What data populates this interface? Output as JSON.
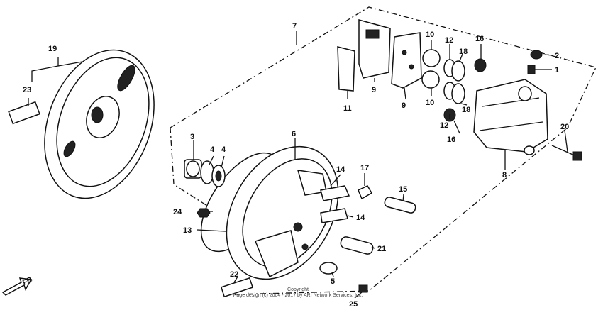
{
  "diagram": {
    "callouts": [
      {
        "id": "1",
        "label": "1"
      },
      {
        "id": "2",
        "label": "2"
      },
      {
        "id": "3",
        "label": "3"
      },
      {
        "id": "4a",
        "label": "4"
      },
      {
        "id": "4b",
        "label": "4"
      },
      {
        "id": "5",
        "label": "5"
      },
      {
        "id": "6",
        "label": "6"
      },
      {
        "id": "7",
        "label": "7"
      },
      {
        "id": "8",
        "label": "8"
      },
      {
        "id": "9a",
        "label": "9"
      },
      {
        "id": "9b",
        "label": "9"
      },
      {
        "id": "10a",
        "label": "10"
      },
      {
        "id": "10b",
        "label": "10"
      },
      {
        "id": "11",
        "label": "11"
      },
      {
        "id": "12a",
        "label": "12"
      },
      {
        "id": "12b",
        "label": "12"
      },
      {
        "id": "13",
        "label": "13"
      },
      {
        "id": "14a",
        "label": "14"
      },
      {
        "id": "14b",
        "label": "14"
      },
      {
        "id": "15",
        "label": "15"
      },
      {
        "id": "16a",
        "label": "16"
      },
      {
        "id": "16b",
        "label": "16"
      },
      {
        "id": "17",
        "label": "17"
      },
      {
        "id": "18a",
        "label": "18"
      },
      {
        "id": "18b",
        "label": "18"
      },
      {
        "id": "19",
        "label": "19"
      },
      {
        "id": "20",
        "label": "20"
      },
      {
        "id": "21",
        "label": "21"
      },
      {
        "id": "22",
        "label": "22"
      },
      {
        "id": "23",
        "label": "23"
      },
      {
        "id": "24",
        "label": "24"
      },
      {
        "id": "25",
        "label": "25"
      }
    ],
    "direction_marker": "FR.",
    "copyright_line1": "Copyright",
    "copyright_line2": "Page design (c) 2004 - 2017 by ARI Network Services, Inc."
  }
}
